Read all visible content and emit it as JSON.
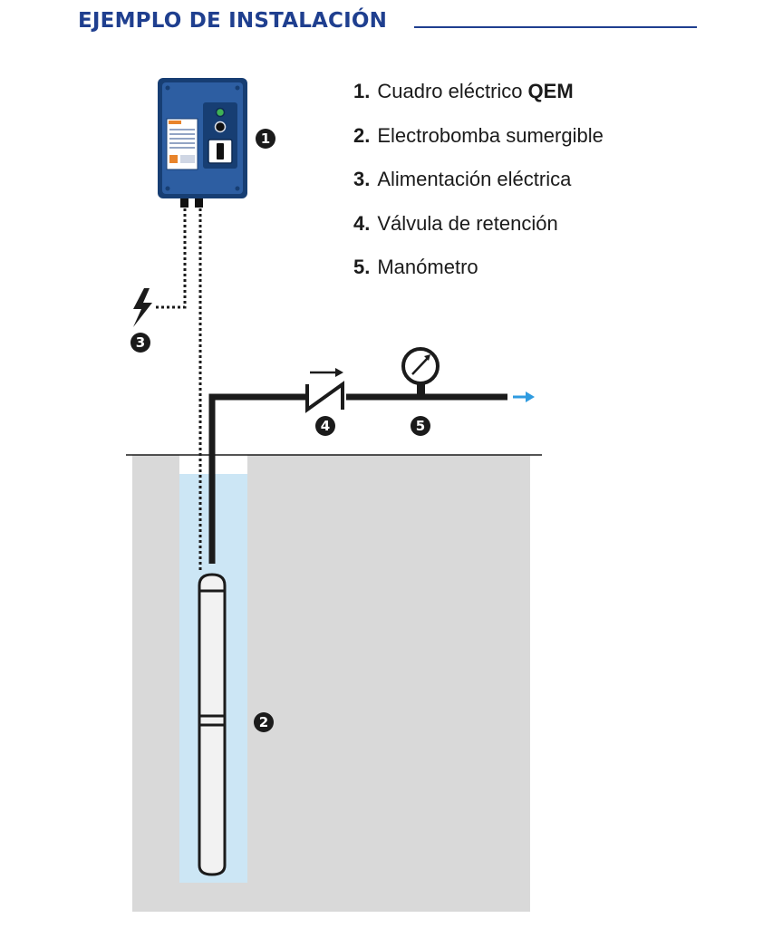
{
  "title": "EJEMPLO DE INSTALACIÓN",
  "colors": {
    "title_blue": "#1f3f8f",
    "panel_blue": "#2d5ea2",
    "panel_dark": "#173e73",
    "ground_gray": "#d9d9d9",
    "water_blue": "#cce6f5",
    "pipe_black": "#1b1b1b",
    "flow_arrow": "#2f9be0",
    "pump_white": "#f2f2f2"
  },
  "legend": [
    {
      "num": "1.",
      "text": "Cuadro eléctrico",
      "strong": "QEM"
    },
    {
      "num": "2.",
      "text": "Electrobomba sumergible",
      "strong": ""
    },
    {
      "num": "3.",
      "text": "Alimentación eléctrica",
      "strong": ""
    },
    {
      "num": "4.",
      "text": "Válvula de retención",
      "strong": ""
    },
    {
      "num": "5.",
      "text": "Manómetro",
      "strong": ""
    }
  ],
  "markers": {
    "control_panel": "1",
    "pump": "2",
    "power": "3",
    "check_valve": "4",
    "gauge": "5"
  },
  "icons": {
    "power": "lightning-bolt-icon",
    "flow": "arrow-right-icon",
    "valve_direction": "arrow-right-icon"
  }
}
